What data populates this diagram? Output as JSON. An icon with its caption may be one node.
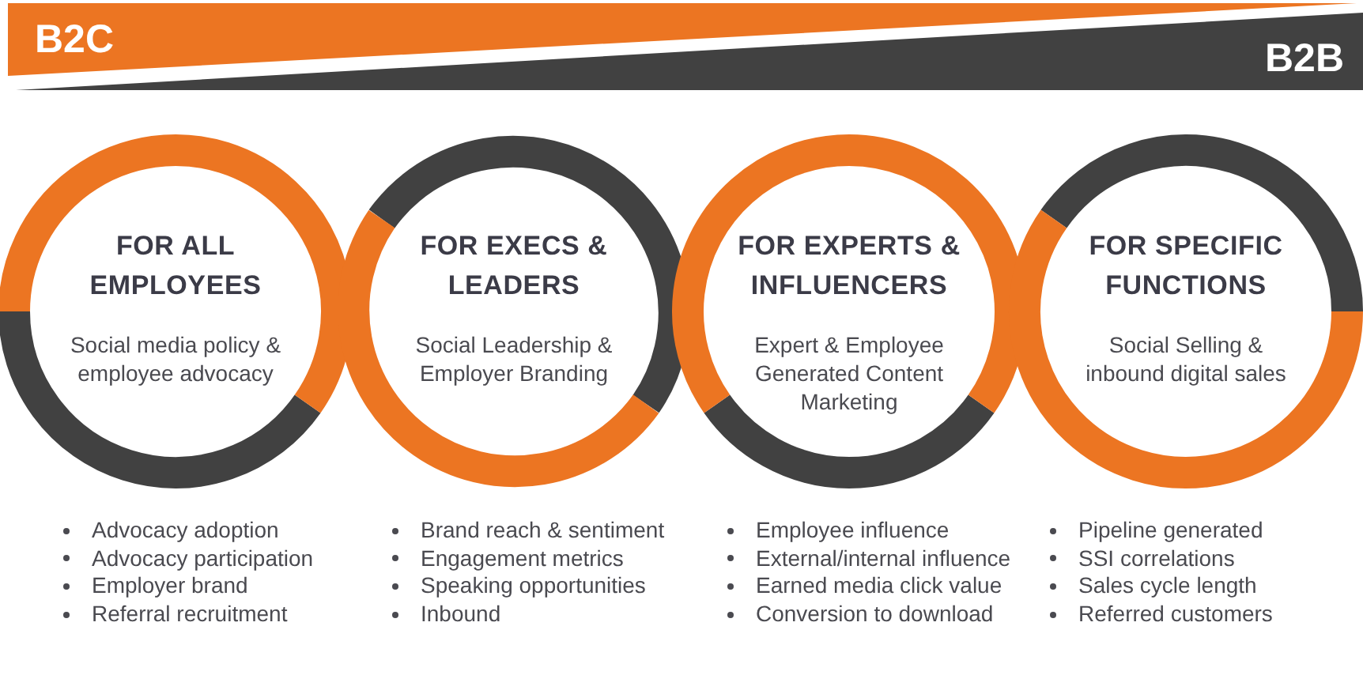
{
  "diagram": {
    "nodes": [
      {
        "text": [
          "B2C"
        ]
      },
      {
        "text": [
          "B2B"
        ]
      },
      {
        "text": [
          "FOR ALL EMPLOYEES",
          "Social media policy & employee advocacy"
        ],
        "beside": [
          "Advocacy adoption",
          "Advocacy participation",
          "Employer brand",
          "Referral recruitment"
        ]
      },
      {
        "text": [
          "FOR EXECS & LEADERS",
          "Social Leadership & Employer Branding"
        ],
        "beside": [
          "Brand reach & sentiment",
          "Engagement metrics",
          "Speaking opportunities",
          "Inbound"
        ]
      },
      {
        "text": [
          "FOR EXPERTS & INFLUENCERS",
          "Expert & Employee Generated Content Marketing"
        ],
        "beside": [
          "Employee influence",
          "External/internal influence",
          "Earned media click value",
          "Conversion to download"
        ]
      },
      {
        "text": [
          "FOR SPECIFIC FUNCTIONS",
          "Social Selling & inbound digital sales"
        ],
        "beside": [
          "Pipeline generated",
          "SSI correlations",
          "Sales cycle length",
          "Referred customers"
        ]
      }
    ]
  }
}
